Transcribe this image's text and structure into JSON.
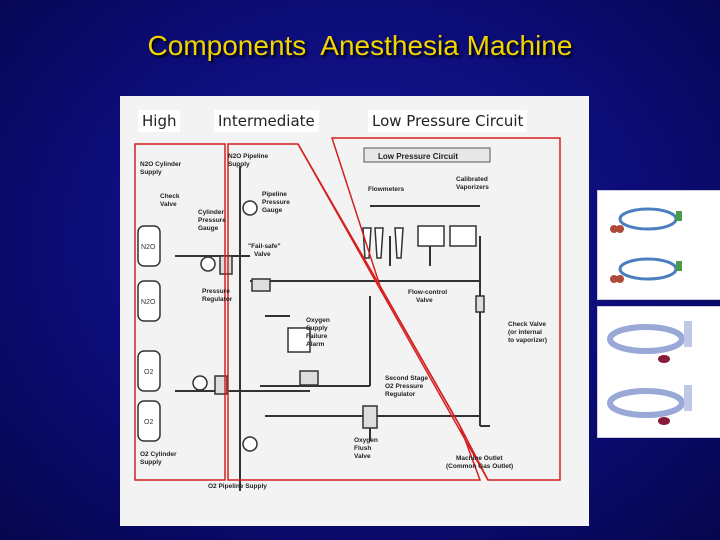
{
  "slide": {
    "title": "Components  Anesthesia Machine"
  },
  "sections": {
    "high": "High",
    "intermediate": "Intermediate",
    "low": "Low Pressure Circuit"
  },
  "diagram": {
    "n2o_cylinder_supply": [
      "N2O Cylinder",
      "Supply"
    ],
    "check_valve": [
      "Check",
      "Valve"
    ],
    "cylinder_pressure_gauge": [
      "Cylinder",
      "Pressure",
      "Gauge"
    ],
    "n2o_pipeline_supply": [
      "N2O Pipeline",
      "Supply"
    ],
    "pipeline_pressure_gauge": [
      "Pipeline",
      "Pressure",
      "Gauge"
    ],
    "fail_safe_valve": [
      "\"Fail-safe\"",
      "Valve"
    ],
    "pressure_regulator": [
      "Pressure",
      "Regulator"
    ],
    "oxygen_supply_failure_alarm": [
      "Oxygen",
      "Supply",
      "Failure",
      "Alarm"
    ],
    "low_pressure_circuit": "Low Pressure Circuit",
    "flowmeters": "Flowmeters",
    "calibrated_vaporizers": [
      "Calibrated",
      "Vaporizers"
    ],
    "flow_control_valve": [
      "Flow-control",
      "Valve"
    ],
    "check_valve_internal": [
      "Check Valve",
      "(or internal",
      "to vaporizer)"
    ],
    "second_stage_regulator": [
      "Second Stage",
      "O2 Pressure",
      "Regulator"
    ],
    "oxygen_flush_valve": [
      "Oxygen",
      "Flush",
      "Valve"
    ],
    "machine_outlet": [
      "Machine Outlet",
      "(Common Gas Outlet)"
    ],
    "o2_cylinder_supply": [
      "O2 Cylinder",
      "Supply"
    ],
    "o2_pipeline_supply": "O2 Pipeline Supply",
    "cylinder_n2o": "N2O",
    "cylinder_o2": "O2"
  },
  "colors": {
    "title": "#f2d400",
    "background": "#0c0c78",
    "highlight": "#d42020",
    "line": "#333333"
  }
}
